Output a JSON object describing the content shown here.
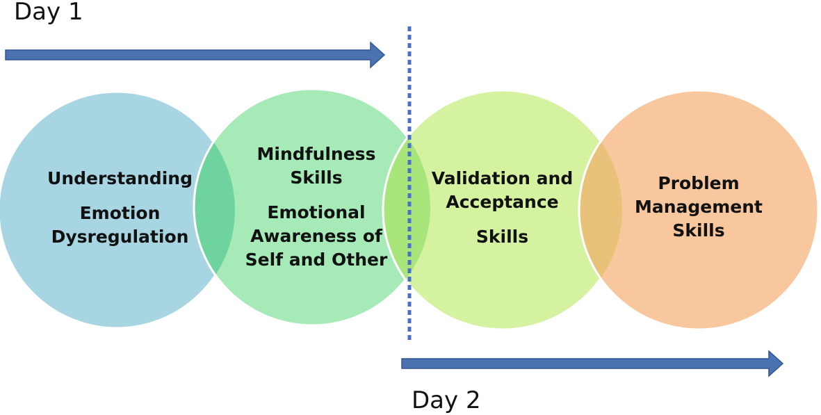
{
  "day_labels": {
    "day1": "Day 1",
    "day2": "Day 2"
  },
  "circles": [
    {
      "name": "understanding",
      "lines": [
        "Understanding",
        "Emotion",
        "Dysregulation"
      ],
      "color": "#a8d5e2"
    },
    {
      "name": "mindfulness",
      "lines": [
        "Mindfulness",
        "Skills",
        "Emotional",
        "Awareness of",
        "Self and Other"
      ],
      "color": "#a6eab8"
    },
    {
      "name": "validation",
      "lines": [
        "Validation and",
        "Acceptance",
        "Skills"
      ],
      "color": "#d5f2a1"
    },
    {
      "name": "problem",
      "lines": [
        "Problem",
        "Management",
        "Skills"
      ],
      "color": "#f9c79d"
    }
  ],
  "overlap_colors": {
    "understanding_mindfulness": "#6fd3a0",
    "mindfulness_validation": "#a8e67c",
    "validation_problem": "#e8c278"
  },
  "colors": {
    "arrow": "#4a72b0",
    "arrow_stroke": "#2f5597",
    "divider": "#4a72c4",
    "circle_outline": "#ffffff"
  }
}
